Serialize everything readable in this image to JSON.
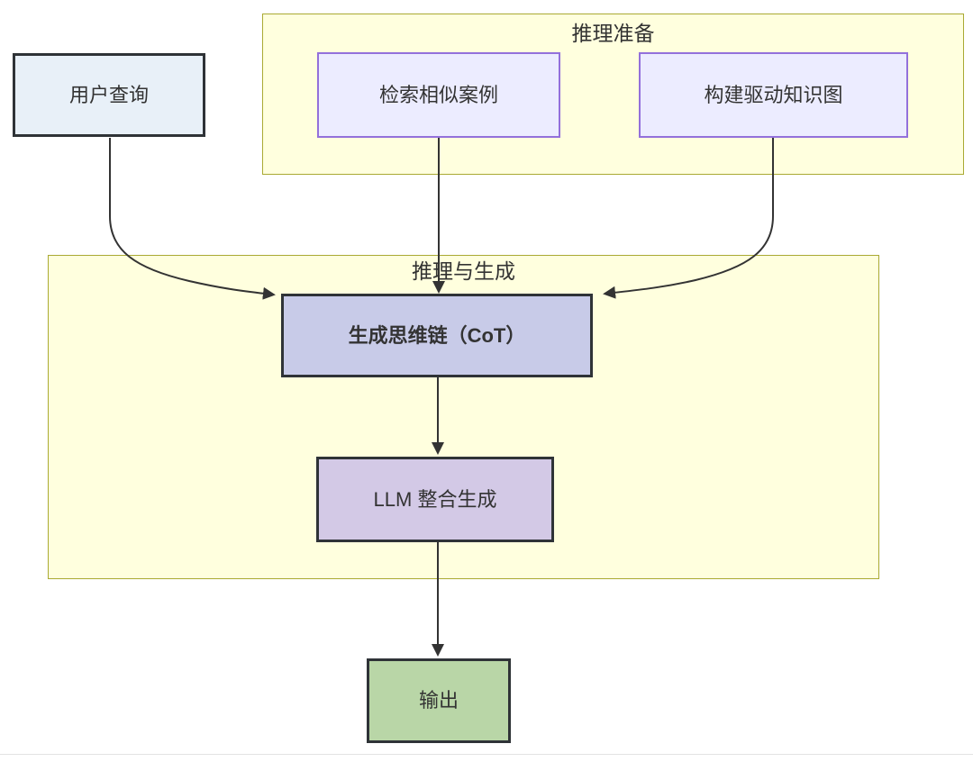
{
  "clusters": {
    "prep": {
      "title": "推理准备",
      "fill": "#FFFFDE",
      "border": "#AAAA33"
    },
    "gen": {
      "title": "推理与生成",
      "fill": "#FFFFDE",
      "border": "#AAAA33"
    }
  },
  "nodes": {
    "user_query": {
      "label": "用户查询",
      "fill": "#E8F0F8",
      "border": "#2F3337"
    },
    "retrieve_cases": {
      "label": "检索相似案例",
      "fill": "#ECECFF",
      "border": "#9370DB"
    },
    "build_kg": {
      "label": "构建驱动知识图",
      "fill": "#ECECFF",
      "border": "#9370DB"
    },
    "cot": {
      "label": "生成思维链（CoT）",
      "fill": "#C8CBE8",
      "border": "#2F3337",
      "bold": true
    },
    "llm": {
      "label": "LLM 整合生成",
      "fill": "#D3C9E6",
      "border": "#2F3337"
    },
    "output": {
      "label": "输出",
      "fill": "#B9D6A7",
      "border": "#2F3337"
    }
  },
  "edges": [
    {
      "from": "user_query",
      "to": "cot"
    },
    {
      "from": "retrieve_cases",
      "to": "cot"
    },
    {
      "from": "build_kg",
      "to": "cot"
    },
    {
      "from": "cot",
      "to": "llm"
    },
    {
      "from": "llm",
      "to": "output"
    }
  ],
  "edge_color": "#333333",
  "text_color": "#333333"
}
